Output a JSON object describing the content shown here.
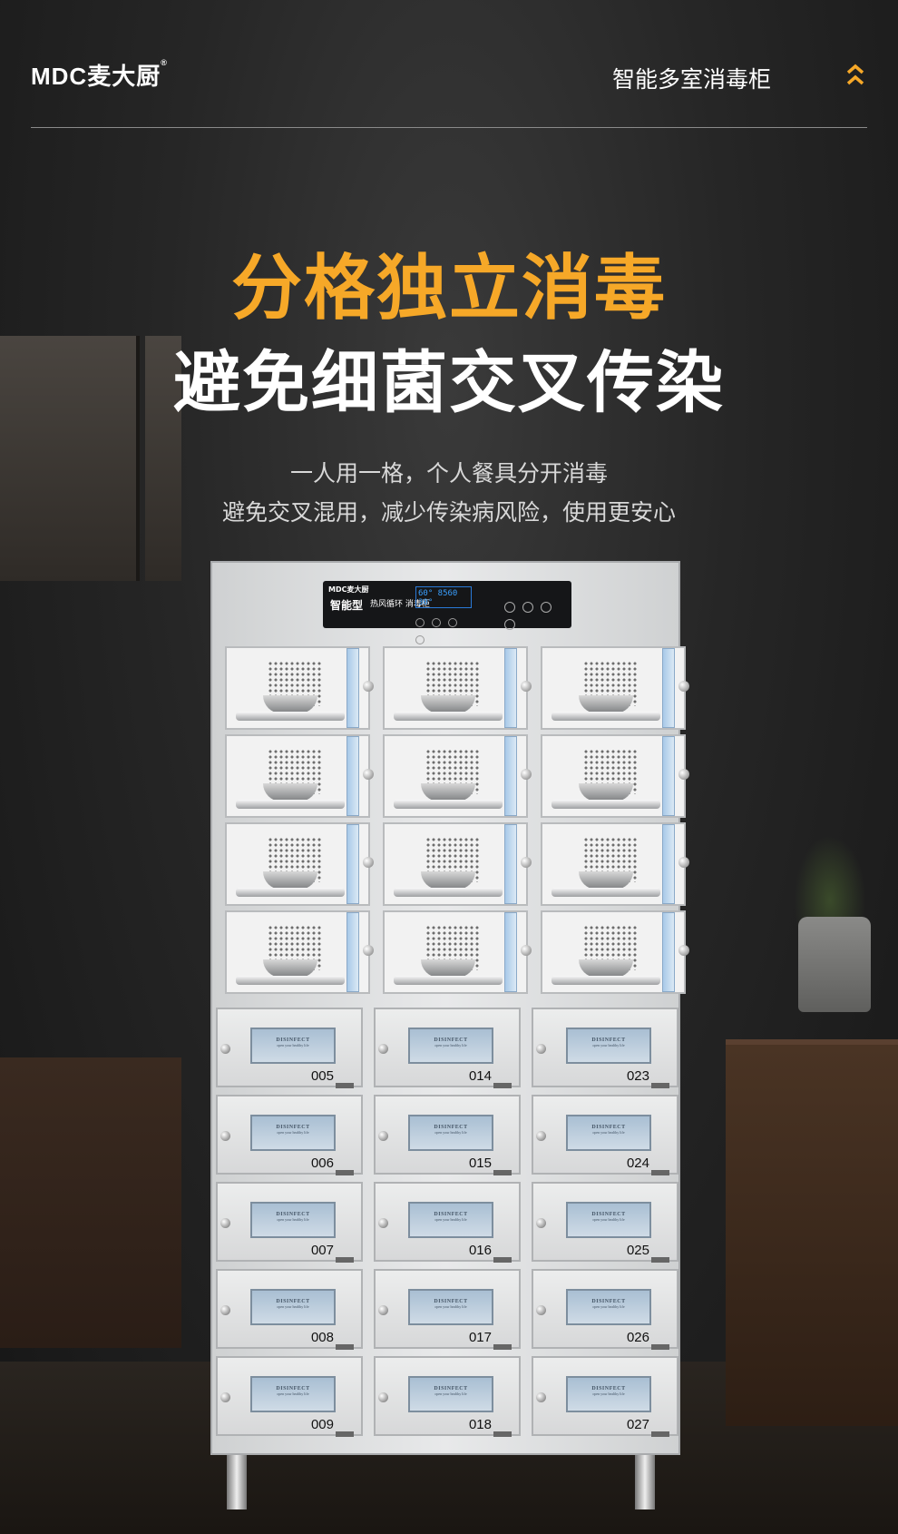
{
  "header": {
    "logo_text": "MDC麦大厨",
    "logo_reg": "®",
    "product_name": "智能多室消毒柜"
  },
  "hero": {
    "headline": "分格独立消毒",
    "subheadline": "避免细菌交叉传染",
    "desc_line1": "一人用一格，个人餐具分开消毒",
    "desc_line2": "避免交叉混用，减少传染病风险，使用更安心"
  },
  "colors": {
    "accent": "#f6a828",
    "background": "#1c1c1c",
    "steel": "#e2e3e4",
    "door_blue": "#a8c9e8"
  },
  "cabinet": {
    "panel_brand": "MDC麦大厨",
    "panel_name": "智能型",
    "panel_subname": "热风循环 消毒柜",
    "lcd_text": "60° 8560 30°",
    "locker_window_title": "DISINFECT",
    "locker_window_sub": "open your healthy life",
    "locker_numbers": [
      [
        "005",
        "014",
        "023"
      ],
      [
        "006",
        "015",
        "024"
      ],
      [
        "007",
        "016",
        "025"
      ],
      [
        "008",
        "017",
        "026"
      ],
      [
        "009",
        "018",
        "027"
      ]
    ],
    "open_rows": 4,
    "open_cols": 3
  },
  "icons": {
    "chevron": "double-chevron-up-icon"
  }
}
